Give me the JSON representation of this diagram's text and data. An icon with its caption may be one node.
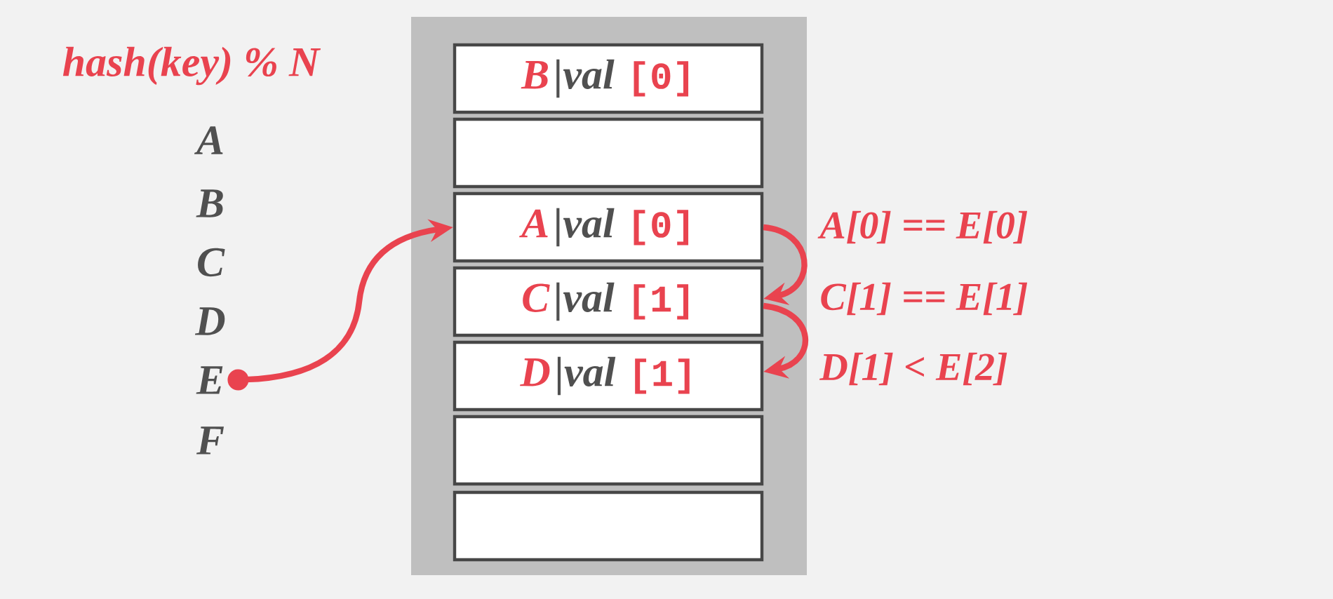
{
  "diagram": {
    "nodes": [
      {
        "text": [
          "E"
        ]
      },
      {
        "text": [],
        "shape": "box"
      },
      {
        "text": [
          "B",
          "|val",
          "[0]"
        ],
        "in": 1
      },
      {
        "text": [],
        "shape": "box",
        "in": 1
      },
      {
        "text": [
          "A",
          "|val",
          "[0]"
        ],
        "in": 1,
        "beside": [
          "A[0] == E[0]"
        ]
      },
      {
        "text": [
          "C",
          "|val",
          "[1]"
        ],
        "in": 1,
        "beside": [
          "C[1] == E[1]"
        ]
      },
      {
        "text": [
          "D",
          "|val",
          "[1]"
        ],
        "in": 1,
        "beside": [
          "D[1] < E[2]"
        ]
      },
      {
        "text": [],
        "shape": "box",
        "in": 1
      },
      {
        "text": [],
        "shape": "box",
        "in": 1
      }
    ],
    "edges": [
      {
        "from": 0,
        "to": 4,
        "arrow": "to"
      },
      {
        "from": 4,
        "to": 5,
        "arrow": "to"
      },
      {
        "from": 5,
        "to": 6,
        "arrow": "to"
      }
    ],
    "labels": [
      "hash(key) % N",
      "A",
      "B",
      "C",
      "D",
      "F"
    ]
  }
}
